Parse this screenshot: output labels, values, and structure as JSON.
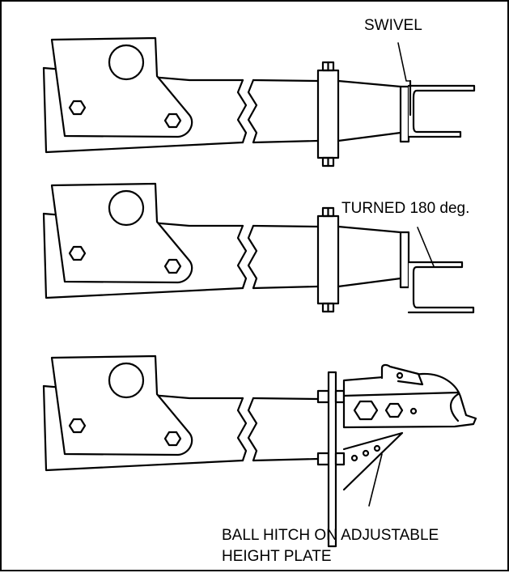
{
  "labels": {
    "swivel": "SWIVEL",
    "turned": "TURNED 180 deg.",
    "ball_hitch_line1": "BALL HITCH ON ADJUSTABLE",
    "ball_hitch_line2": "HEIGHT PLATE"
  },
  "colors": {
    "line": "#000000",
    "background": "#ffffff"
  }
}
